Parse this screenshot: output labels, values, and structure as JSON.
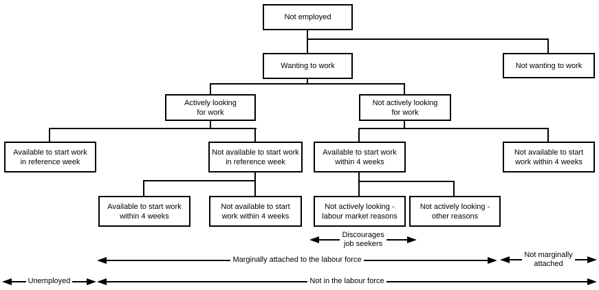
{
  "diagram": {
    "nodes": {
      "not_employed": "Not employed",
      "wanting_to_work": "Wanting to work",
      "not_wanting_to_work": "Not wanting to work",
      "actively_looking": "Actively looking\nfor work",
      "not_actively_looking": "Not actively looking\nfor work",
      "available_reference_week": "Available to start work\nin reference week",
      "not_available_reference_week": "Not available to start work\nin reference week",
      "available_within_4_weeks_upper": "Available to start work\nwithin 4 weeks",
      "not_available_within_4_weeks_upper": "Not available to start\nwork within 4 weeks",
      "available_within_4_weeks_lower": "Available to start work\nwithin 4 weeks",
      "not_available_within_4_weeks_lower": "Not available to start\nwork within 4 weeks",
      "not_actively_labour_market": "Not actively looking -\nlabour market reasons",
      "not_actively_other": "Not actively looking -\nother reasons"
    },
    "annotations": {
      "discouraged_job_seekers": "Discourages\njob seekers",
      "marginally_attached": "Marginally attached to the labour force",
      "not_marginally_attached": "Not marginally\nattached",
      "unemployed": "Unemployed",
      "not_in_labour_force": "Not in the labour force"
    },
    "colors": {
      "line": "#000000",
      "background": "#ffffff",
      "text": "#000000"
    }
  }
}
